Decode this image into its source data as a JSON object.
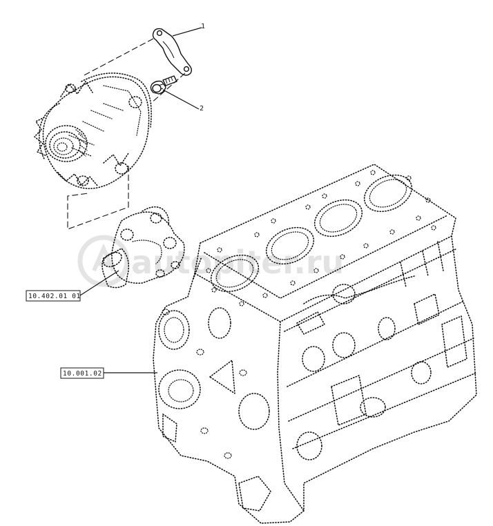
{
  "callouts": {
    "part_1": "1",
    "part_2": "2"
  },
  "references": {
    "water_pump_ref": "10.402.01 01",
    "engine_block_ref": "10.001.02"
  },
  "watermark": {
    "text": "autopiter.ru"
  }
}
